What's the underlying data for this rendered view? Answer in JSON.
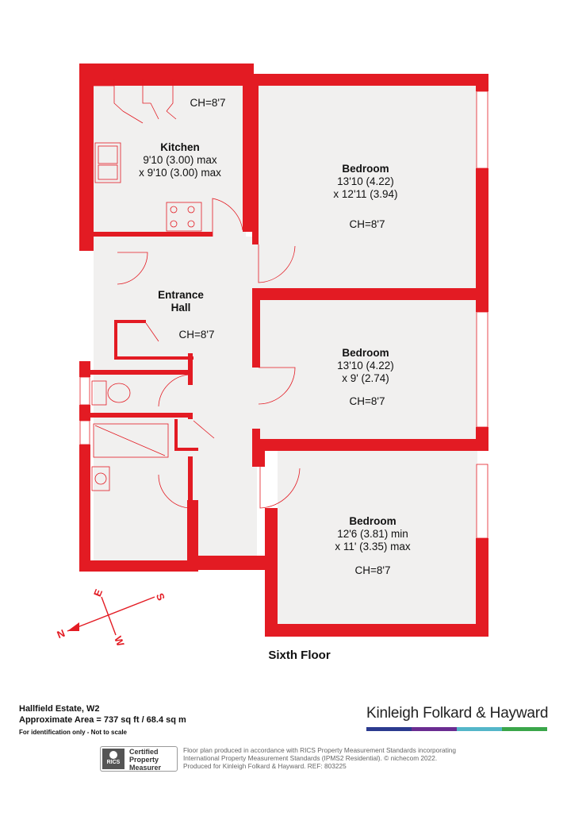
{
  "floor_plan": {
    "rooms": {
      "kitchen": {
        "name": "Kitchen",
        "dim1": "9'10 (3.00) max",
        "dim2": "x 9'10 (3.00) max",
        "ceiling": "CH=8'7"
      },
      "bedroom_1": {
        "name": "Bedroom",
        "dim1": "13'10 (4.22)",
        "dim2": "x 12'11 (3.94)",
        "ceiling": "CH=8'7"
      },
      "entrance_hall": {
        "name_line1": "Entrance",
        "name_line2": "Hall",
        "ceiling": "CH=8'7"
      },
      "bedroom_2": {
        "name": "Bedroom",
        "dim1": "13'10 (4.22)",
        "dim2": "x 9' (2.74)",
        "ceiling": "CH=8'7"
      },
      "bedroom_3": {
        "name": "Bedroom",
        "dim1": "12'6 (3.81) min",
        "dim2": "x 11' (3.35) max",
        "ceiling": "CH=8'7"
      }
    },
    "compass": {
      "north": "N",
      "east": "E",
      "south": "S",
      "west": "W"
    },
    "floor_label": "Sixth Floor"
  },
  "footer": {
    "address": "Hallfield Estate, W2",
    "approx_area": "Approximate Area = 737 sq ft / 68.4 sq m",
    "note": "For identification only - Not to scale",
    "brand": "Kinleigh Folkard & Hayward",
    "brand_colors": [
      "#2b3a8f",
      "#6a2c91",
      "#54b6c9",
      "#3aa64a"
    ],
    "rics": {
      "logo_text": "RICS",
      "line1": "Certified",
      "line2": "Property",
      "line3": "Measurer"
    },
    "disclaimer_lines": [
      "Floor plan produced in accordance with RICS Property Measurement Standards incorporating",
      "International Property Measurement Standards (IPMS2 Residential).  © nichecom 2022.",
      "Produced for Kinleigh Folkard & Hayward.   REF: 803225"
    ]
  },
  "colors": {
    "wall": "#e31b23",
    "floor": "#f1f0ef"
  }
}
